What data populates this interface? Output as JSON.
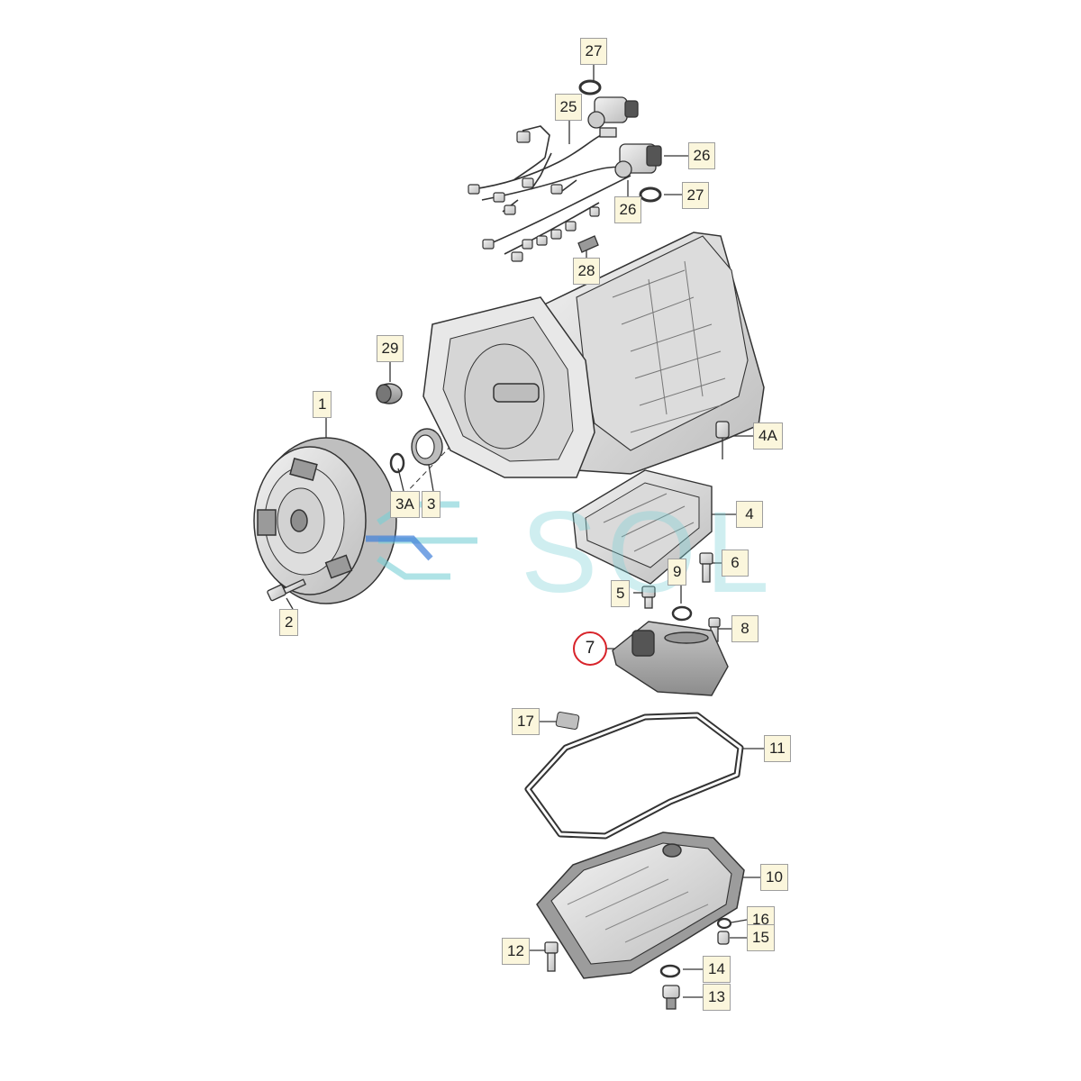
{
  "diagram": {
    "callouts": [
      {
        "id": "c27a",
        "text": "27"
      },
      {
        "id": "c25",
        "text": "25"
      },
      {
        "id": "c26a",
        "text": "26"
      },
      {
        "id": "c26b",
        "text": "26"
      },
      {
        "id": "c27b",
        "text": "27"
      },
      {
        "id": "c28",
        "text": "28"
      },
      {
        "id": "c29",
        "text": "29"
      },
      {
        "id": "c1",
        "text": "1"
      },
      {
        "id": "c4A",
        "text": "4A"
      },
      {
        "id": "c3A",
        "text": "3A"
      },
      {
        "id": "c3",
        "text": "3"
      },
      {
        "id": "c4",
        "text": "4"
      },
      {
        "id": "c6",
        "text": "6"
      },
      {
        "id": "c9",
        "text": "9"
      },
      {
        "id": "c5",
        "text": "5"
      },
      {
        "id": "c2",
        "text": "2"
      },
      {
        "id": "c8",
        "text": "8"
      },
      {
        "id": "c17",
        "text": "17"
      },
      {
        "id": "c11",
        "text": "11"
      },
      {
        "id": "c10",
        "text": "10"
      },
      {
        "id": "c16",
        "text": "16"
      },
      {
        "id": "c15",
        "text": "15"
      },
      {
        "id": "c12",
        "text": "12"
      },
      {
        "id": "c14",
        "text": "14"
      },
      {
        "id": "c13",
        "text": "13"
      }
    ],
    "highlighted": {
      "text": "7",
      "color": "#d8232a"
    },
    "watermark": "SOL",
    "colors": {
      "line": "#333333",
      "part_fill": "#e6e6e6",
      "part_dark": "#9a9a9a",
      "label_bg": "#fbf6dc",
      "watermark": "#79d0d6"
    }
  }
}
